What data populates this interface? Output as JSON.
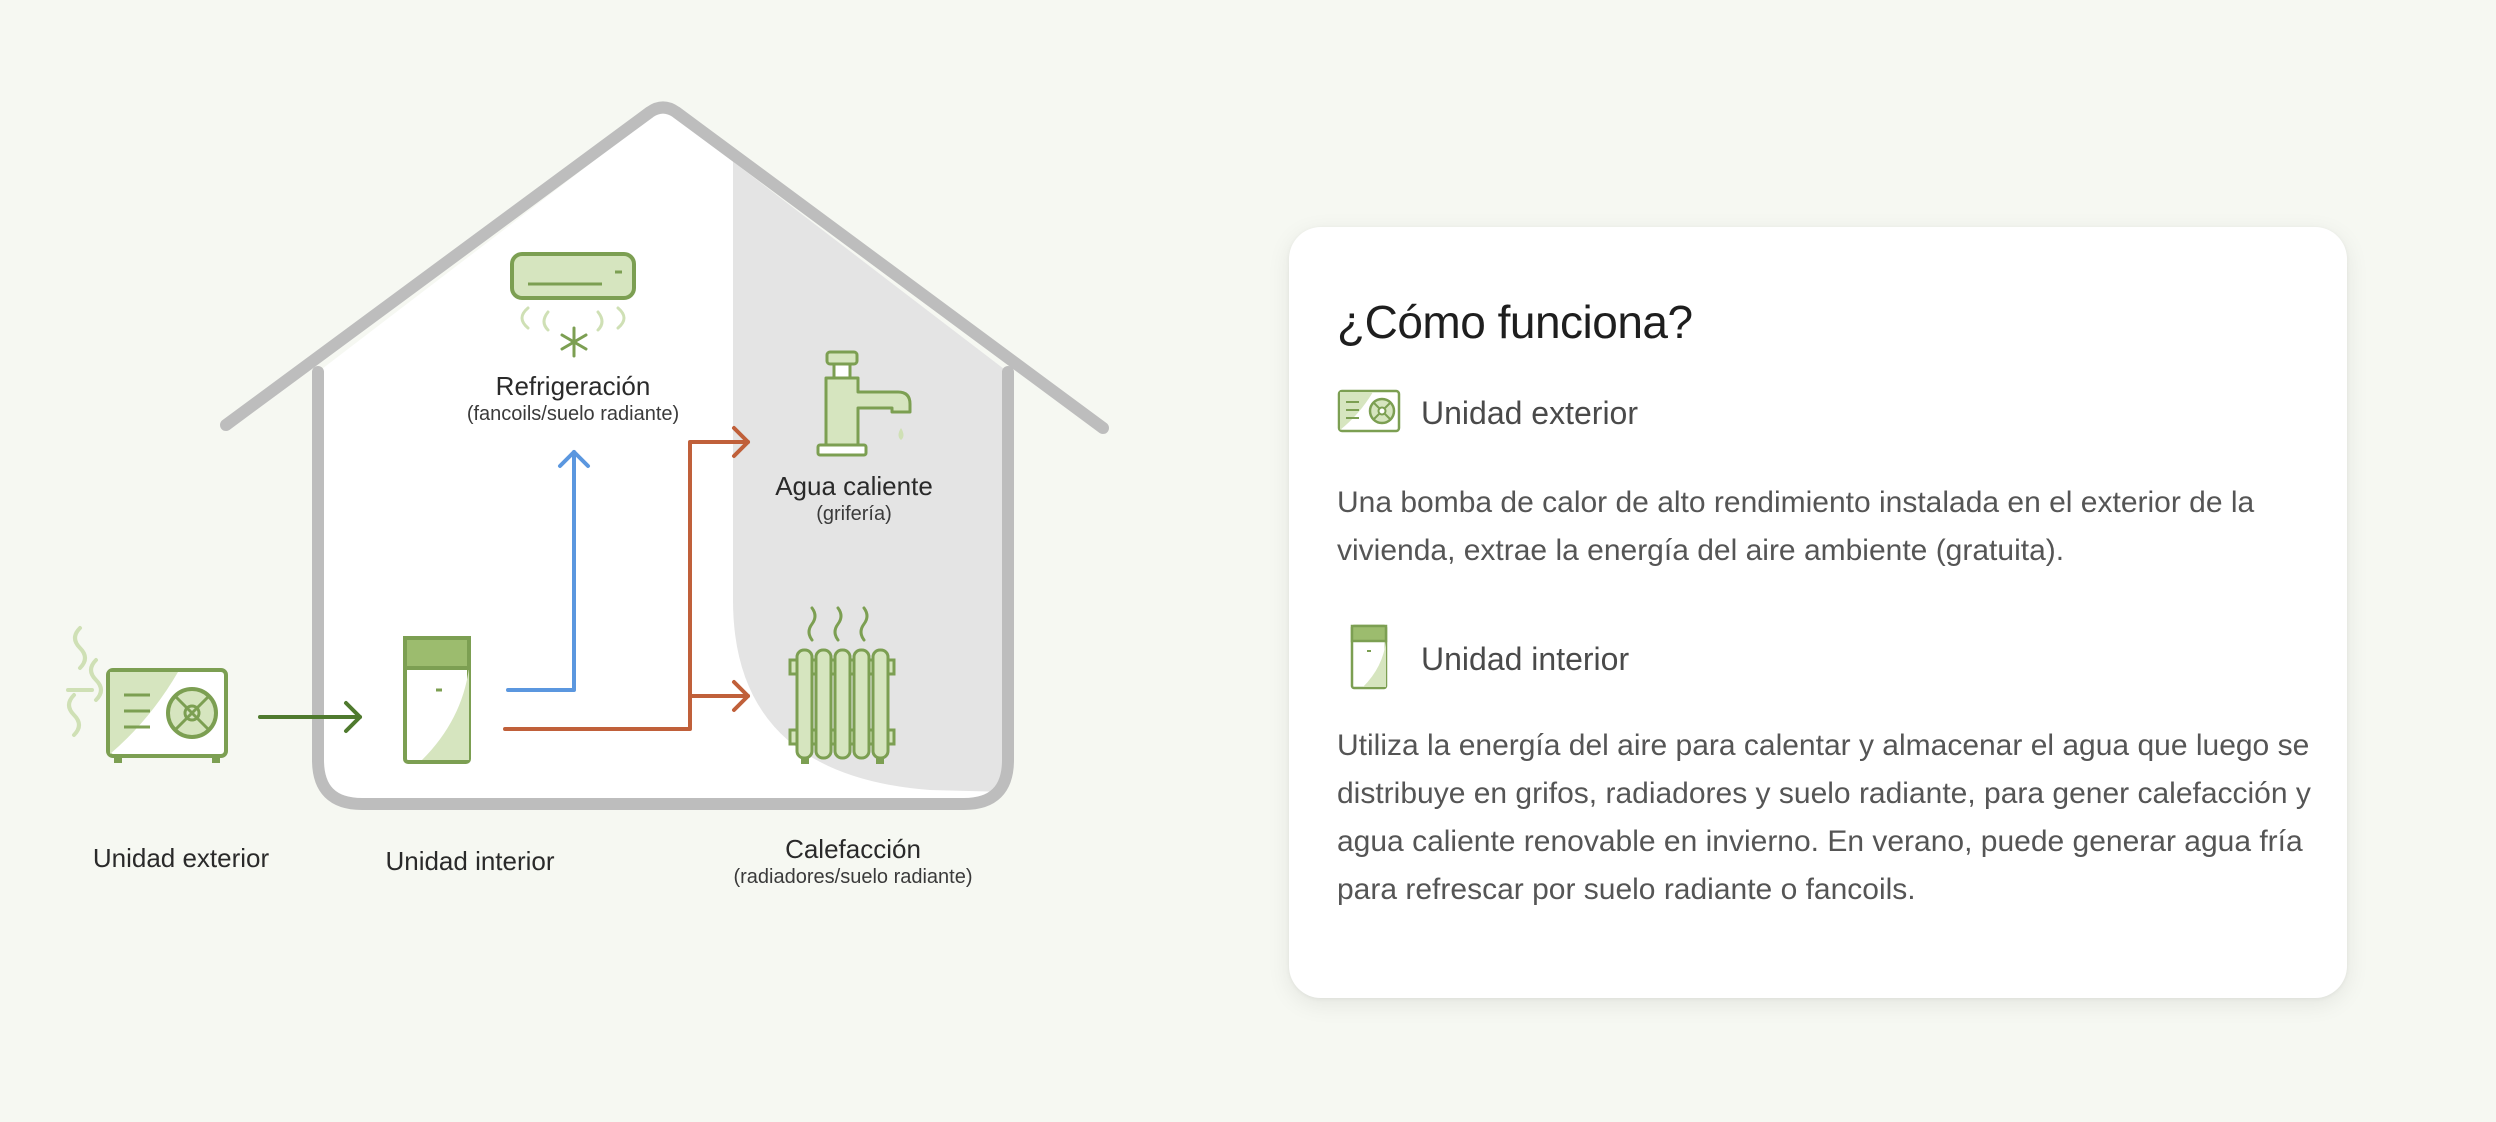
{
  "colors": {
    "background": "#f6f8f2",
    "house_outline": "#bdbdbd",
    "house_shadow": "#e4e4e4",
    "green_dark": "#7c9f52",
    "green_light": "#d6e5bf",
    "green_mid": "#9cbc6e",
    "arrow_green": "#4f7a2e",
    "arrow_blue": "#5b97df",
    "arrow_orange": "#c0603a",
    "card_bg": "#ffffff"
  },
  "diagram": {
    "labels": {
      "outdoor_unit": "Unidad exterior",
      "indoor_unit": "Unidad interior",
      "cooling_title": "Refrigeración",
      "cooling_sub": "(fancoils/suelo radiante)",
      "hot_water_title": "Agua caliente",
      "hot_water_sub": "(grifería)",
      "heating_title": "Calefacción",
      "heating_sub": "(radiadores/suelo radiante)"
    },
    "icons": {
      "outdoor_unit": "heat-pump-outdoor-unit-icon",
      "indoor_unit": "indoor-unit-icon",
      "cooling": "air-conditioner-icon",
      "hot_water": "faucet-icon",
      "heating": "radiator-icon"
    }
  },
  "card": {
    "title": "¿Cómo funciona?",
    "items": [
      {
        "label": "Unidad exterior",
        "icon": "outdoor-unit-icon",
        "description": "Una bomba de calor de alto rendimiento instalada en el exterior de la vivienda, extrae la energía del aire ambiente (gratuita)."
      },
      {
        "label": "Unidad interior",
        "icon": "indoor-unit-icon",
        "description": "Utiliza la energía del aire para calentar y almacenar el agua que luego se distribuye en grifos, radiadores y suelo radiante, para gener calefacción y agua caliente renovable en invierno. En verano, puede generar agua fría para refrescar por suelo radiante o fancoils."
      }
    ]
  }
}
